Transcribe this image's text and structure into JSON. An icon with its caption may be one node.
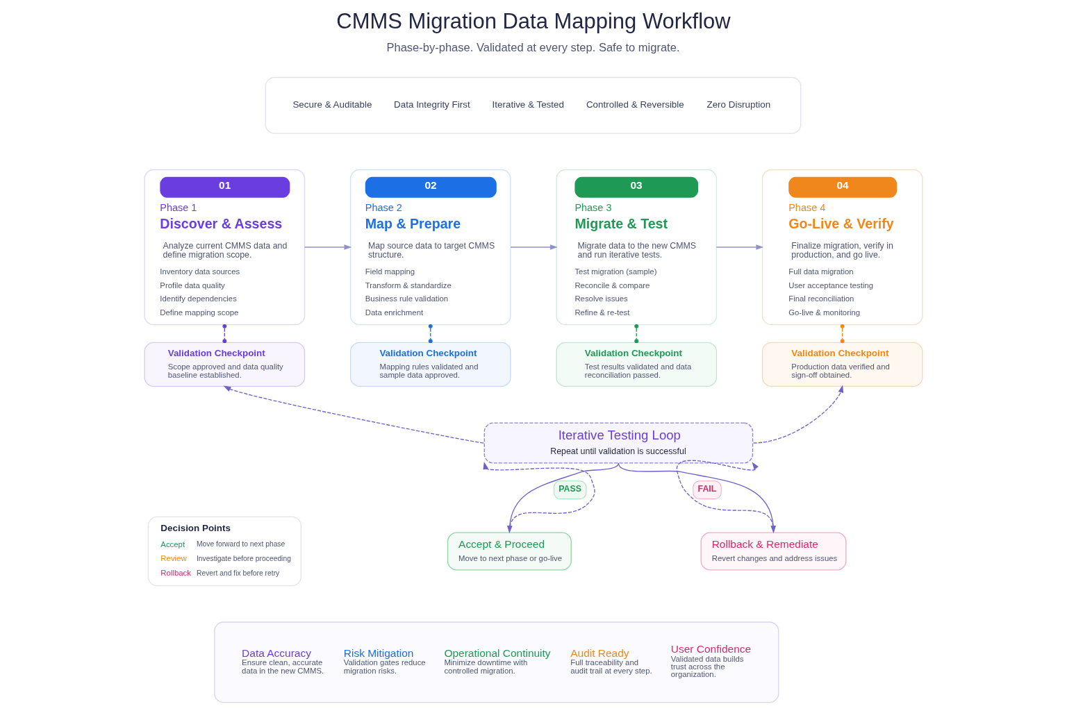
{
  "diagram": {
    "title": "CMMS Migration Data Mapping Workflow",
    "nodes": [
      {
        "text": [
          "Secure & Auditable",
          "Data Integrity First",
          "Iterative & Tested",
          "Controlled & Reversible",
          "Zero Disruption"
        ]
      },
      {
        "text": [
          "01",
          "Phase 1",
          "Discover & Assess",
          "Analyze current CMMS data and define migration scope.",
          "Inventory data sources",
          "Profile data quality",
          "Identify dependencies",
          "Define mapping scope"
        ]
      },
      {
        "text": [
          "02",
          "Phase 2",
          "Map & Prepare",
          "Map source data to target CMMS structure.",
          "Field mapping",
          "Transform & standardize",
          "Business rule validation",
          "Data enrichment"
        ]
      },
      {
        "text": [
          "03",
          "Phase 3",
          "Migrate & Test",
          "Migrate data to the new CMMS and run iterative tests.",
          "Test migration (sample)",
          "Reconcile & compare",
          "Resolve issues",
          "Refine & re-test"
        ]
      },
      {
        "text": [
          "04",
          "Phase 4",
          "Go-Live & Verify",
          "Finalize migration, verify in production, and go live.",
          "Full data migration",
          "User acceptance testing",
          "Final reconciliation",
          "Go-live & monitoring"
        ]
      },
      {
        "text": [
          "Validation Checkpoint",
          "Scope approved and data quality baseline established."
        ]
      },
      {
        "text": [
          "Validation Checkpoint",
          "Mapping rules validated and sample data approved."
        ]
      },
      {
        "text": [
          "Validation Checkpoint",
          "Test results validated and data reconciliation passed."
        ]
      },
      {
        "text": [
          "Validation Checkpoint",
          "Production data verified and sign-off obtained."
        ]
      },
      {
        "text": [
          "Iterative Testing Loop",
          "Repeat until validation is successful"
        ]
      },
      {
        "text": [
          "Decision Points",
          "Accept",
          "Move forward to next phase",
          "Review",
          "Investigate before proceeding",
          "Rollback",
          "Revert and fix before retry"
        ]
      },
      {
        "text": [
          "Accept & Proceed",
          "Move to next phase or go-live"
        ]
      },
      {
        "text": [
          "Rollback & Remediate",
          "Revert changes and address issues"
        ]
      },
      {
        "text": [
          "Data Accuracy",
          "Ensure clean, accurate data in the new CMMS.",
          "Risk Mitigation",
          "Validation gates reduce migration risks.",
          "Operational Continuity",
          "Minimize downtime with controlled migration.",
          "Audit Ready",
          "Full traceability and audit trail at every step.",
          "User Confidence",
          "Validated data builds trust across the organization."
        ]
      }
    ],
    "edges": [
      {
        "from": 1,
        "to": 2,
        "arrow": "to",
        "color": "#8e93c9"
      },
      {
        "from": 2,
        "to": 3,
        "arrow": "to",
        "color": "#8e93c9"
      },
      {
        "from": 3,
        "to": 4,
        "arrow": "to",
        "color": "#8e93c9"
      },
      {
        "from": 1,
        "to": 5,
        "arrow": "other",
        "style": "dashed",
        "color": "#6a3de0"
      },
      {
        "from": 2,
        "to": 6,
        "arrow": "other",
        "style": "dashed",
        "color": "#1d6fe6"
      },
      {
        "from": 3,
        "to": 7,
        "arrow": "other",
        "style": "dashed",
        "color": "#1f9a55"
      },
      {
        "from": 4,
        "to": 8,
        "arrow": "other",
        "style": "dashed",
        "color": "#f0871d"
      },
      {
        "from": 9,
        "to": 5,
        "arrow": "to",
        "style": "dashed"
      },
      {
        "from": 9,
        "to": 8,
        "arrow": "to",
        "style": "dashed"
      },
      {
        "from": 9,
        "to": 11,
        "arrow": "to",
        "label": "PASS"
      },
      {
        "from": 9,
        "to": 12,
        "arrow": "to"
      },
      {
        "from": 11,
        "to": 9,
        "arrow": "to",
        "style": "dashed"
      },
      {
        "from": 12,
        "to": 9,
        "arrow": "to",
        "style": "dashed",
        "label": "FAIL"
      }
    ],
    "labels": [
      "Phase-by-phase. Validated at every step. Safe to migrate."
    ]
  }
}
